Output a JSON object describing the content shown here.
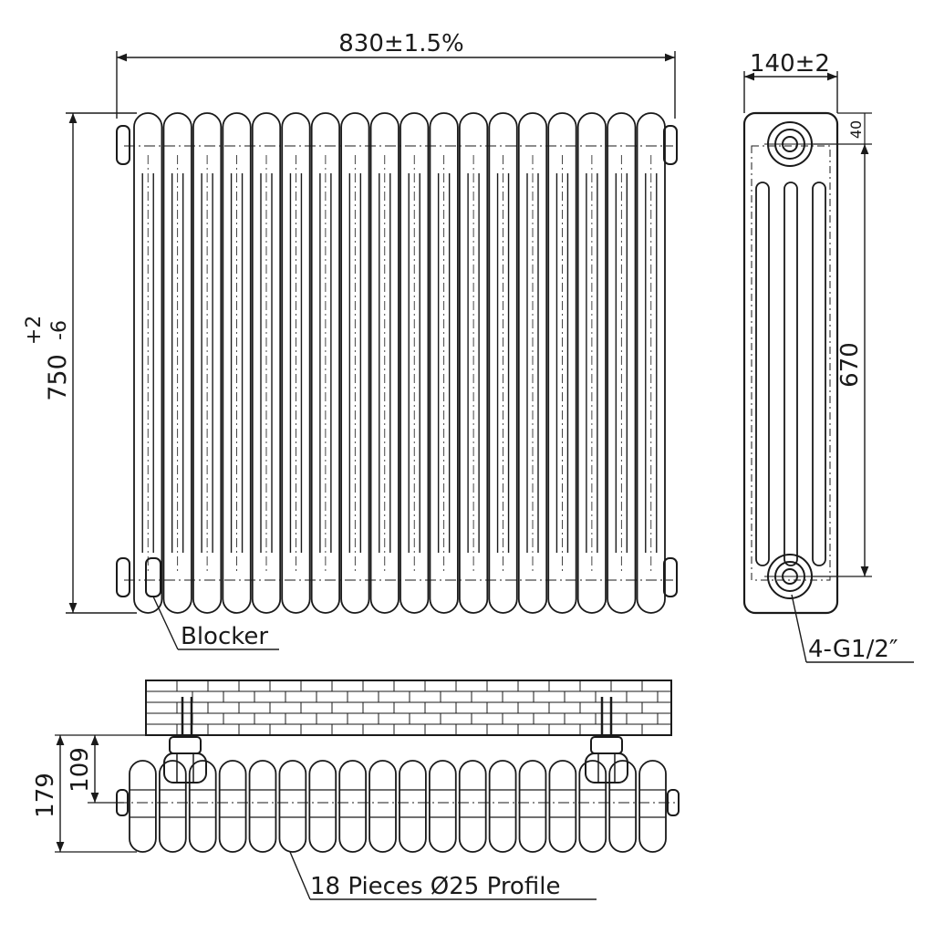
{
  "front_view": {
    "width_dimension": "830±1.5%",
    "height_dimension_main": "750",
    "height_tolerance_upper": "+2",
    "height_tolerance_lower": "-6",
    "blocker_label": "Blocker"
  },
  "side_view": {
    "depth_dimension": "140±2",
    "top_offset_dimension": "40",
    "center_distance_dimension": "670",
    "connection_label": "4-G1/2″"
  },
  "top_view": {
    "total_depth_dimension": "179",
    "wall_distance_dimension": "109",
    "profile_label": "18 Pieces Ø25 Profile"
  }
}
